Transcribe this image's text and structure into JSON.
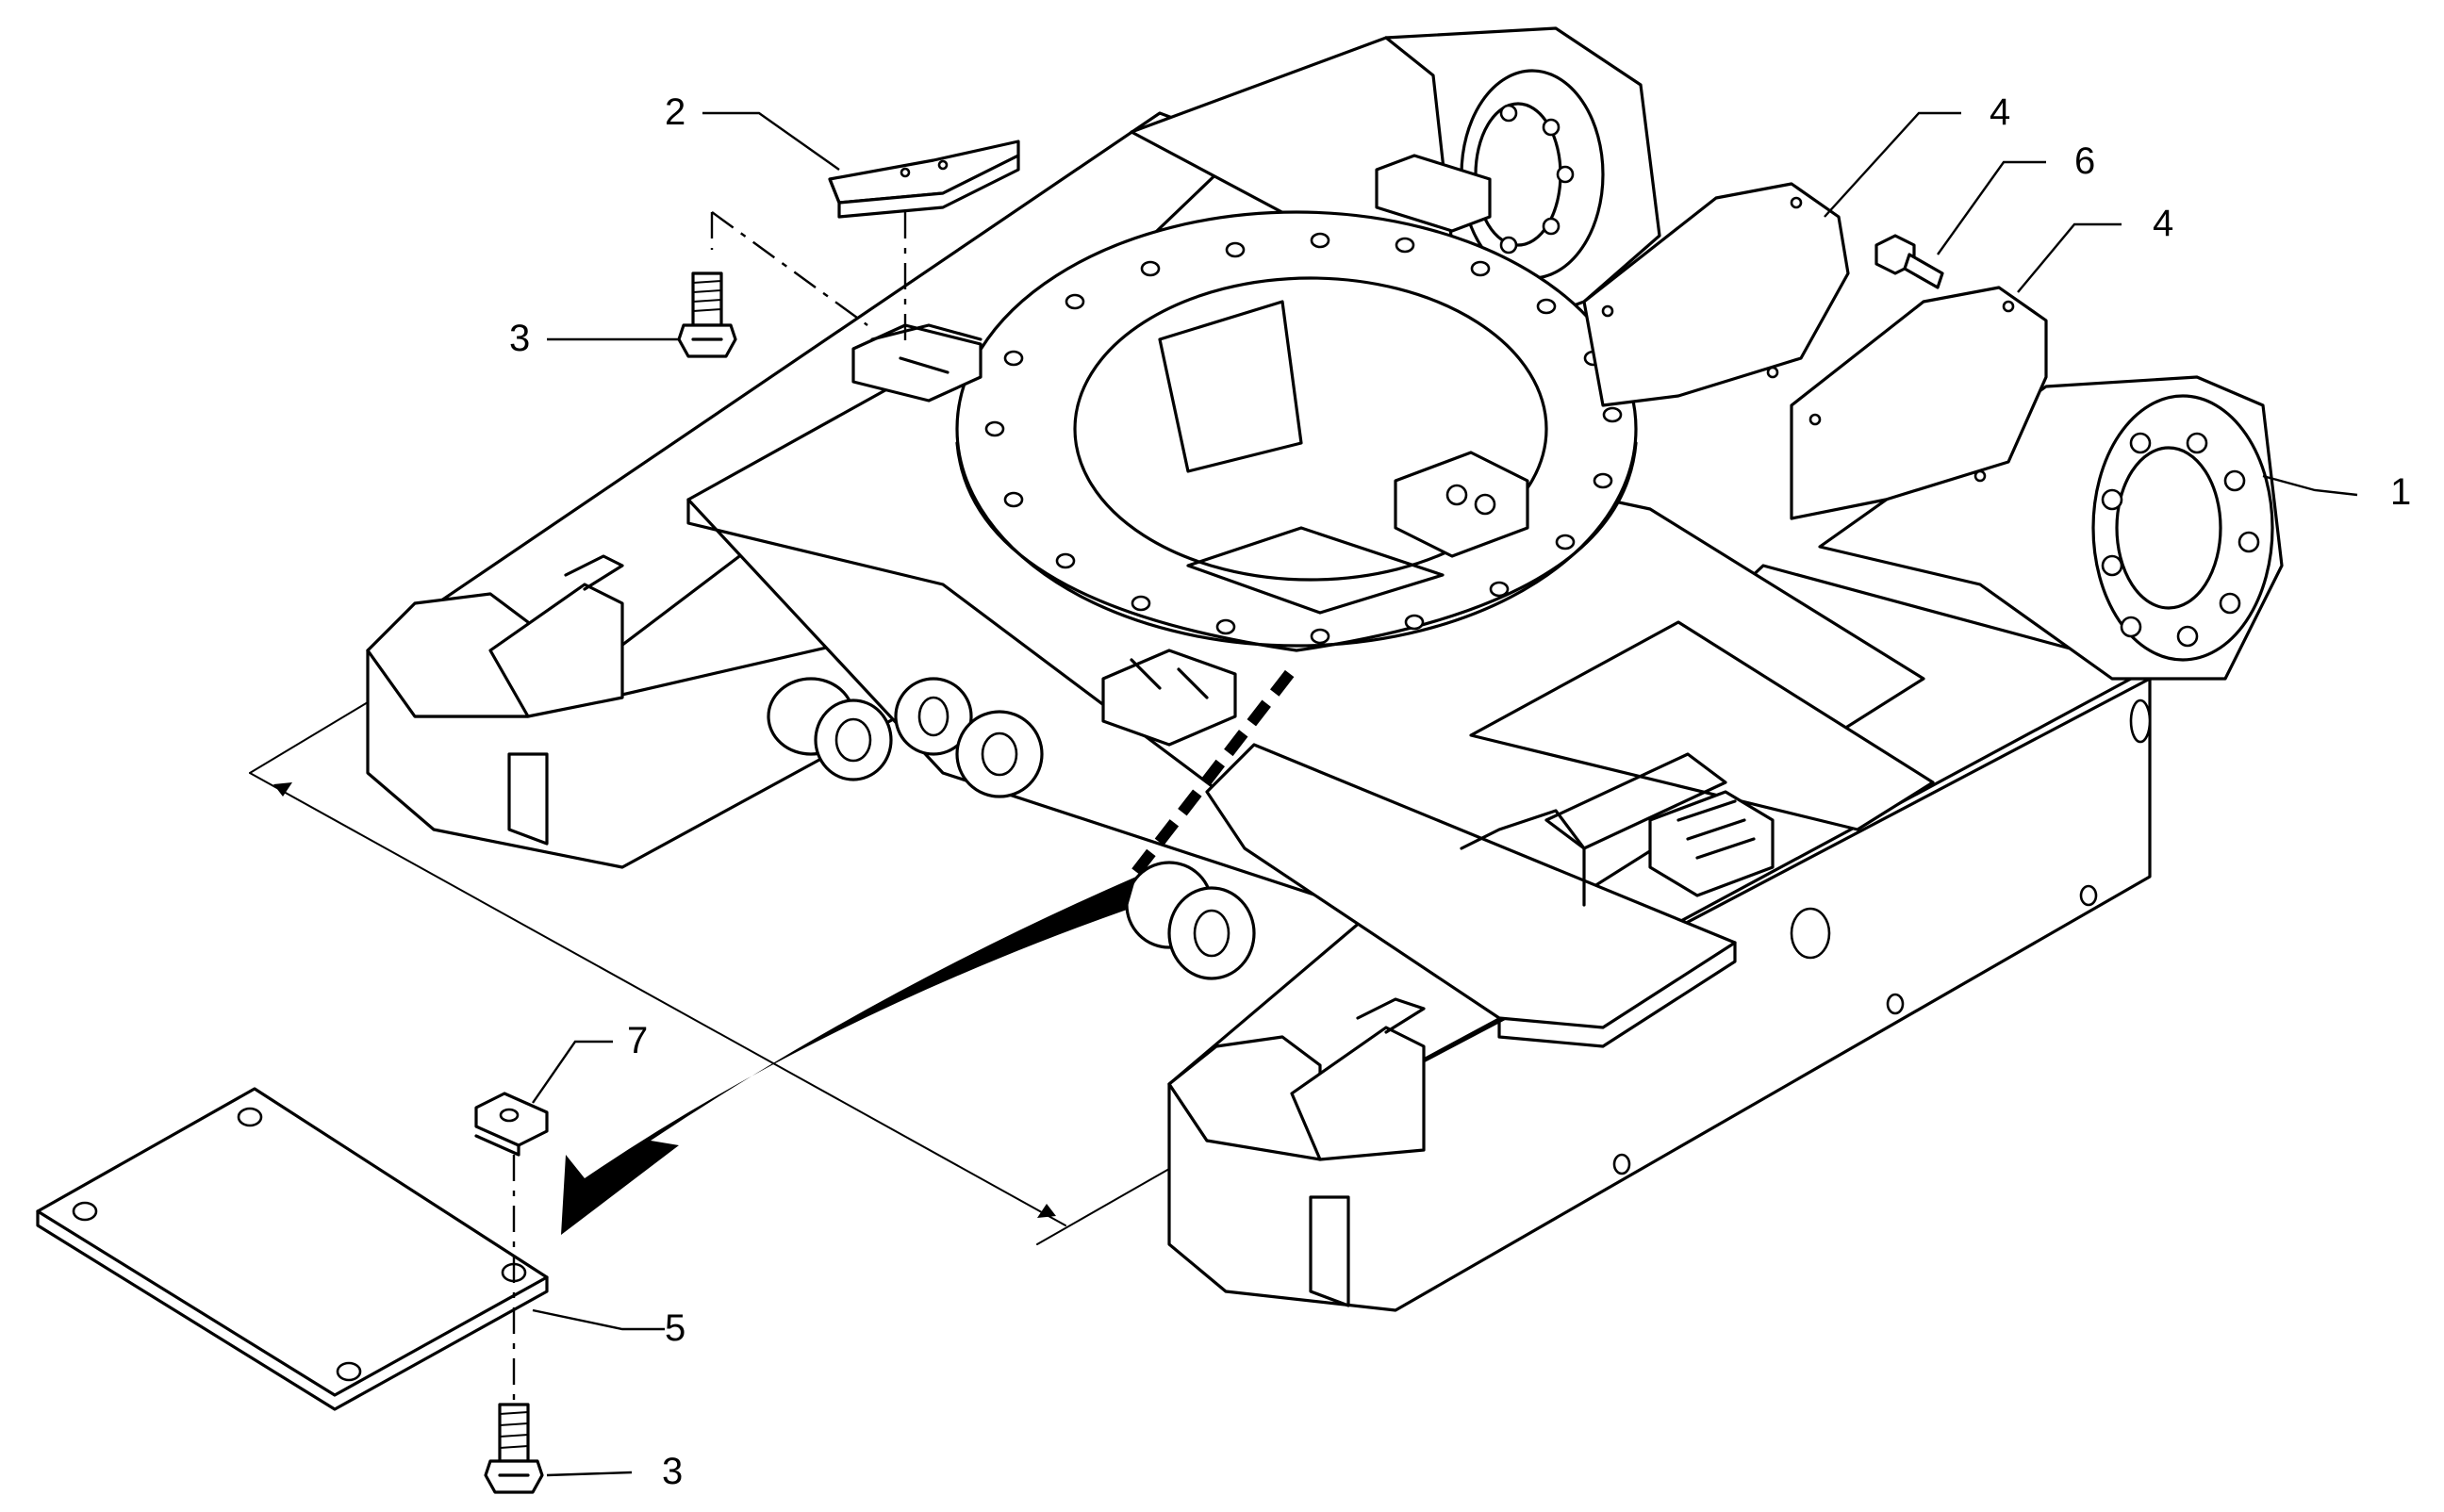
{
  "callouts": {
    "c1": "1",
    "c2": "2",
    "c3_top": "3",
    "c3_bottom": "3",
    "c4_upper": "4",
    "c4_lower": "4",
    "c5": "5",
    "c6": "6",
    "c7": "7"
  },
  "colors": {
    "line": "#000000",
    "background": "#ffffff"
  }
}
